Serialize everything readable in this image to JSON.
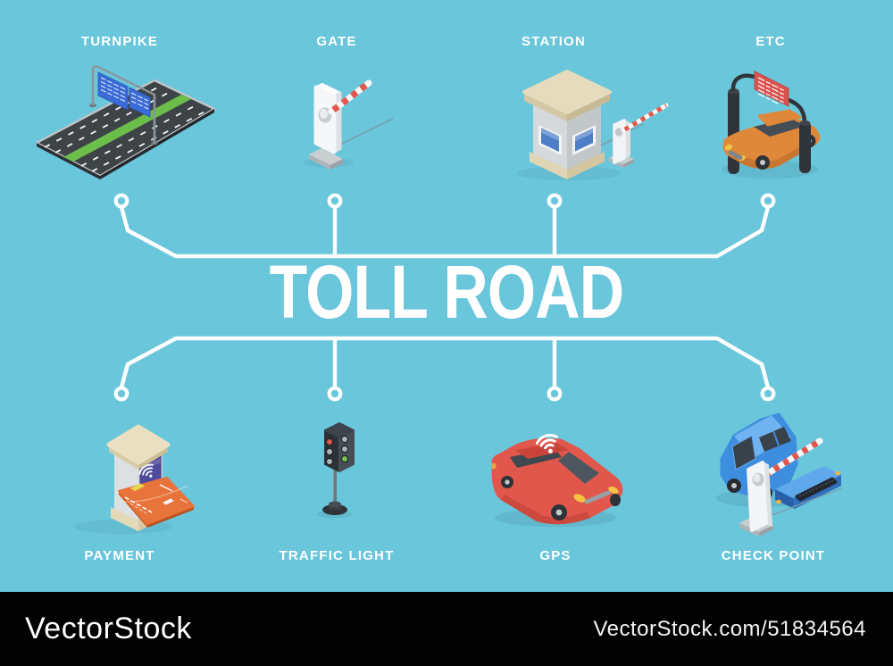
{
  "title": "TOLL ROAD",
  "items": [
    {
      "id": "turnpike",
      "label": "TURNPIKE",
      "row": "top"
    },
    {
      "id": "gate",
      "label": "GATE",
      "row": "top"
    },
    {
      "id": "station",
      "label": "STATION",
      "row": "top"
    },
    {
      "id": "etc",
      "label": "ETC",
      "row": "top"
    },
    {
      "id": "payment",
      "label": "PAYMENT",
      "row": "bottom"
    },
    {
      "id": "traffic-light",
      "label": "TRAFFIC LIGHT",
      "row": "bottom"
    },
    {
      "id": "gps",
      "label": "GPS",
      "row": "bottom"
    },
    {
      "id": "check-point",
      "label": "CHECK POINT",
      "row": "bottom"
    }
  ],
  "footer": {
    "brand": "VectorStock",
    "credit": "VectorStock.com/51834564"
  },
  "colors": {
    "background": "#69C6DB",
    "connector": "#FFFFFF",
    "title_text": "#FFFFFF",
    "footer_bg": "#020202",
    "barrier_red": "#E2574C",
    "grass_green": "#6CBE4B",
    "car_orange": "#E0883A",
    "van_blue": "#3E8EE0",
    "sign_blue": "#3A6BD6",
    "sign_red": "#D9534F",
    "kiosk_beige": "#E6DCBD",
    "screen_purple": "#4F4A9E",
    "go_green": "#77C353"
  }
}
